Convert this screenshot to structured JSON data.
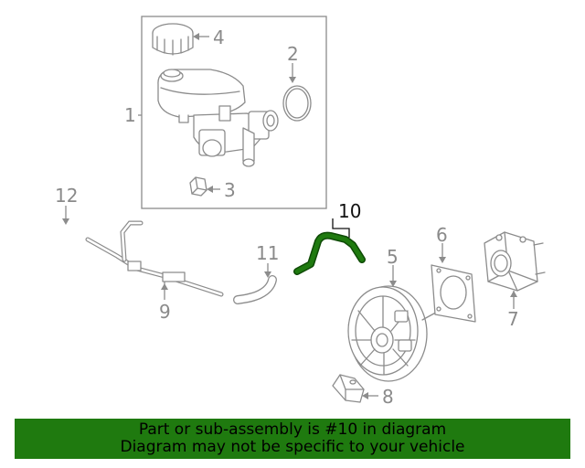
{
  "callouts": {
    "c1": "1",
    "c2": "2",
    "c3": "3",
    "c4": "4",
    "c5": "5",
    "c6": "6",
    "c7": "7",
    "c8": "8",
    "c9": "9",
    "c10": "10",
    "c11": "11",
    "c12": "12"
  },
  "colors": {
    "highlight_part": "#1f7a0f",
    "banner_bg": "#1f7a0f",
    "line_gray": "#8c8c8c"
  },
  "banner": {
    "line1": "Part or sub-assembly is #10 in diagram",
    "line2": "Diagram may not be specific to your vehicle"
  }
}
